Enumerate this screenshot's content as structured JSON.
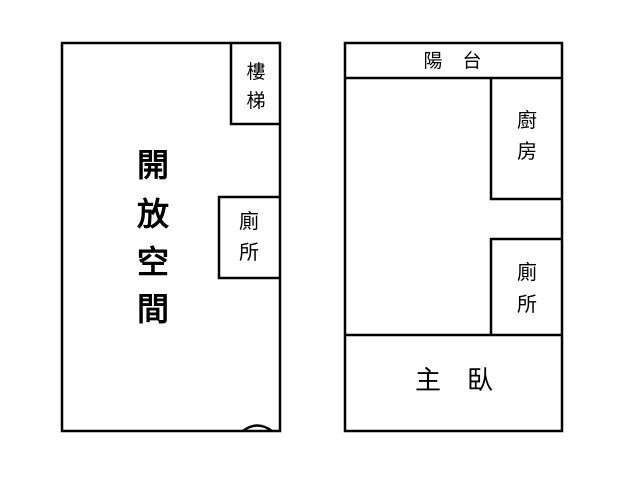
{
  "floor_left": {
    "stairs": [
      "樓",
      "梯"
    ],
    "open_space": [
      "開",
      "放",
      "空",
      "間"
    ],
    "bathroom": [
      "廁",
      "所"
    ]
  },
  "floor_right": {
    "balcony": [
      "陽",
      "台"
    ],
    "kitchen": [
      "廚",
      "房"
    ],
    "bathroom": [
      "廁",
      "所"
    ],
    "master_bedroom": [
      "主",
      "臥"
    ]
  }
}
